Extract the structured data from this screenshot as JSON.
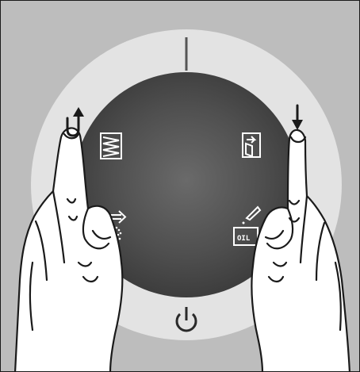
{
  "panel": {
    "background_color": "#bdbdbd",
    "ring_color": "#e2e2e2",
    "dial_color": "#4a4a4a"
  },
  "icons": {
    "oil_label": "OIL"
  },
  "arrows": {
    "left": "up",
    "right": "down"
  }
}
